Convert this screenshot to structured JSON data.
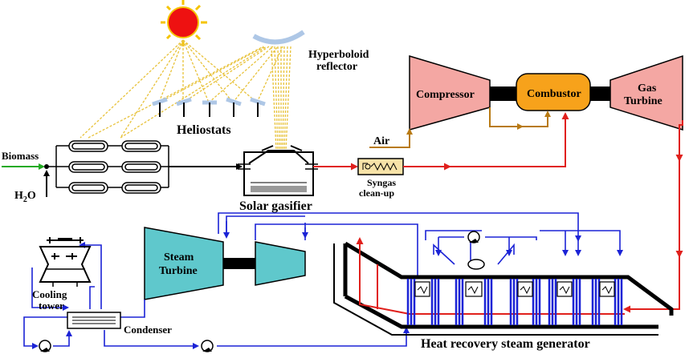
{
  "labels": {
    "hyperboloid_line1": "Hyperboloid",
    "hyperboloid_line2": "reflector",
    "heliostats": "Heliostats",
    "biomass": "Biomass",
    "h2o_main": "H",
    "h2o_sub": "2",
    "h2o_end": "O",
    "solar_gasifier": "Solar gasifier",
    "syngas_line1": "Syngas",
    "syngas_line2": "clean-up",
    "air": "Air",
    "compressor": "Compressor",
    "combustor": "Combustor",
    "gas_turbine_line1": "Gas",
    "gas_turbine_line2": "Turbine",
    "steam_turbine_line1": "Steam",
    "steam_turbine_line2": "Turbine",
    "cooling_tower_line1": "Cooling",
    "cooling_tower_line2": "tower",
    "condenser": "Condenser",
    "hrsg": "Heat recovery steam generator"
  },
  "colors": {
    "gas_turbine_fill": "#f4a7a3",
    "combustor_fill": "#f7a21b",
    "steam_turbine_fill": "#5fc8cc",
    "red_flow": "#e0201c",
    "blue_flow": "#1b23d6",
    "air_flow": "#b87a14",
    "biomass_flow": "#22aa22",
    "sun_fill": "#ee1111",
    "sun_rays": "#f5c400",
    "light_rays": "#e8c23a",
    "reflector": "#aec7e6"
  },
  "icons": {
    "sun": "sun-icon",
    "pump": "pump-icon"
  }
}
